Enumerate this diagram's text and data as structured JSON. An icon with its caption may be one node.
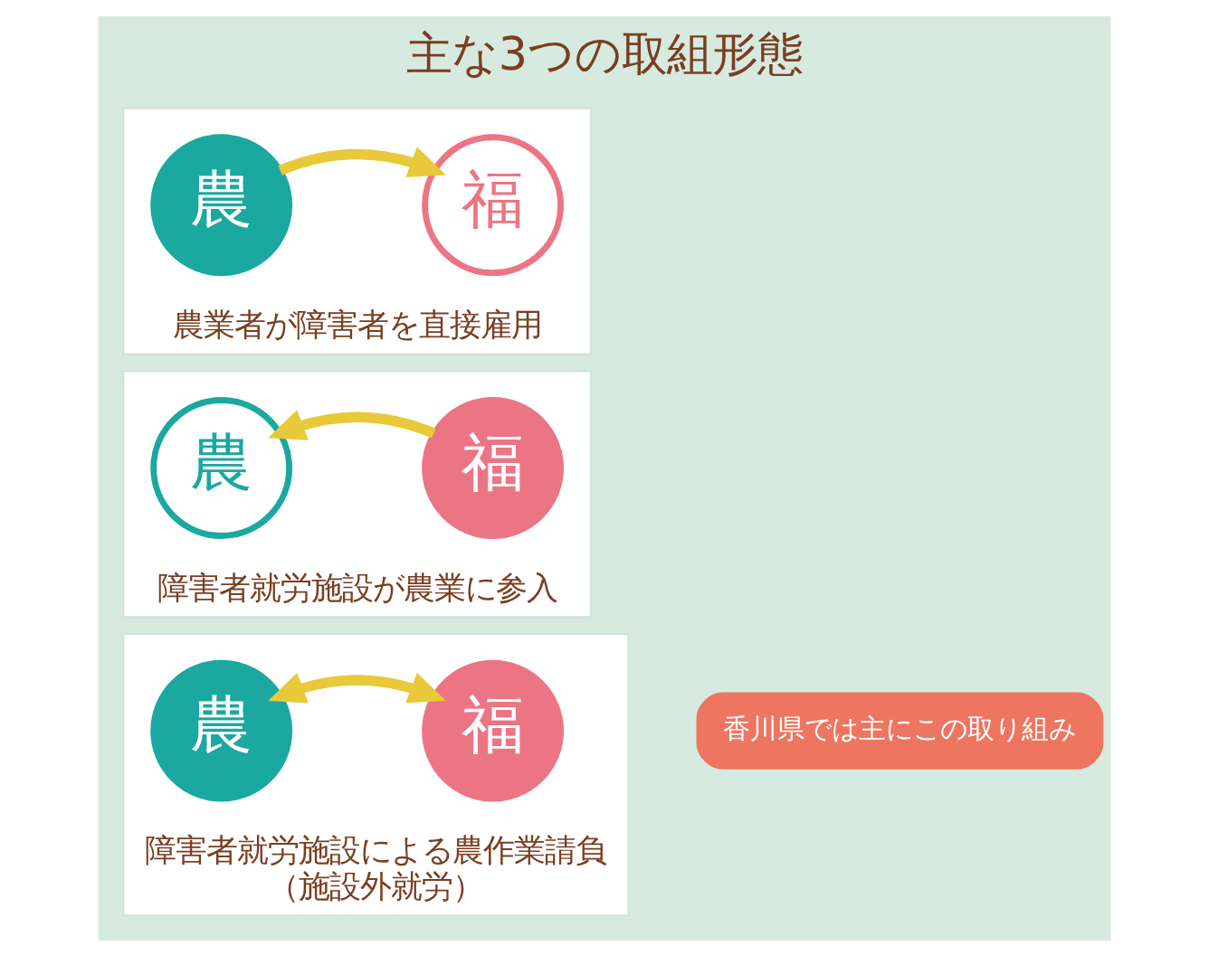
{
  "diagram": {
    "title": "主な3つの取組形態",
    "nodes": [
      {
        "text": [
          "農業者が障害者を直接雇用"
        ]
      },
      {
        "text": [
          "農"
        ],
        "in": 0
      },
      {
        "text": [
          "福"
        ],
        "in": 0
      },
      {
        "text": [
          "障害者就労施設が農業に参入"
        ]
      },
      {
        "text": [
          "農"
        ],
        "in": 3
      },
      {
        "text": [
          "福"
        ],
        "in": 3
      },
      {
        "text": [
          "障害者就労施設による農作業請負",
          "（施設外就労）"
        ]
      },
      {
        "text": [
          "農"
        ],
        "in": 6
      },
      {
        "text": [
          "福"
        ],
        "in": 6
      },
      {
        "text": [
          "香川県では主にこの取り組み"
        ]
      }
    ],
    "edges": [
      {
        "from": 1,
        "to": 2,
        "arrow": "to"
      },
      {
        "from": 5,
        "to": 4,
        "arrow": "to"
      },
      {
        "from": 7,
        "to": 8,
        "arrow": "both"
      }
    ]
  }
}
